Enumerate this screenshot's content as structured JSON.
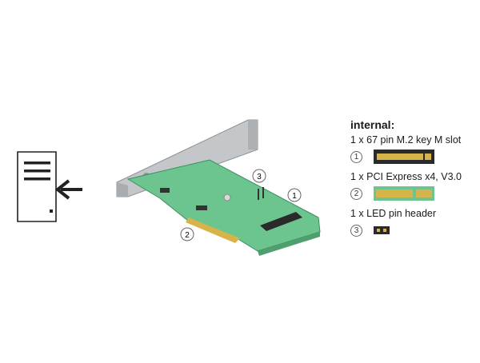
{
  "legend": {
    "title": "internal:",
    "items": [
      {
        "num": "1",
        "text": "1 x 67 pin M.2 key M slot",
        "icon": "m2-slot-icon"
      },
      {
        "num": "2",
        "text": "1 x PCI Express x4, V3.0",
        "icon": "pcie-edge-connector-icon"
      },
      {
        "num": "3",
        "text": "1 x LED pin header",
        "icon": "led-pin-header-icon"
      }
    ]
  },
  "callouts": {
    "c1": "1",
    "c2": "2",
    "c3": "3"
  },
  "colors": {
    "pcb": "#6cc48f",
    "bracket": "#bfc3c6",
    "gold": "#d6b44a",
    "slot": "#2a2a2a"
  }
}
